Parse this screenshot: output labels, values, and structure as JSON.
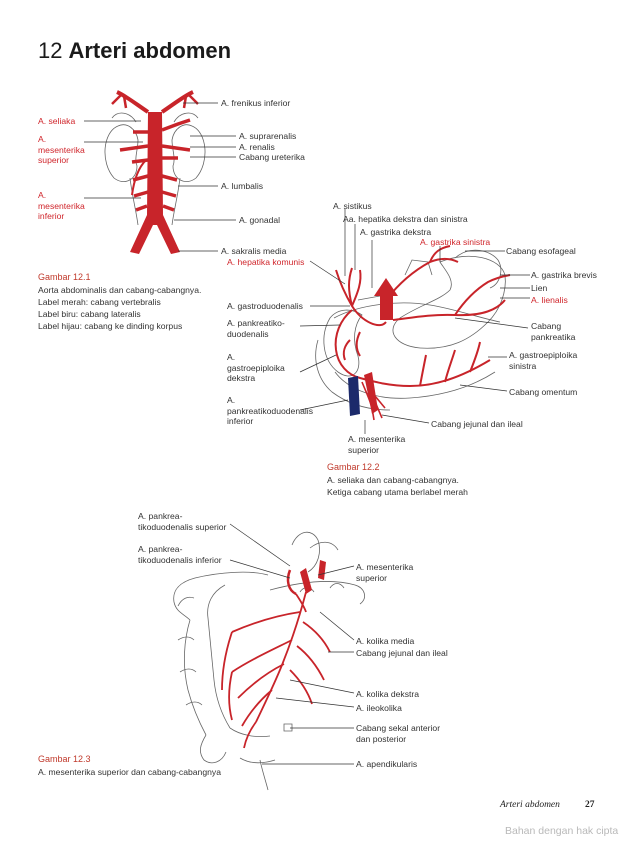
{
  "chapter": {
    "number": "12",
    "title": "Arteri abdomen"
  },
  "figure1": {
    "labels_left": [
      {
        "text": "A. seliaka",
        "lines": [
          "A. seliaka"
        ],
        "color": "#d0262c"
      },
      {
        "lines": [
          "A.",
          "mesenterika",
          "superior"
        ],
        "color": "#d0262c"
      },
      {
        "lines": [
          "A.",
          "mesenterika",
          "inferior"
        ],
        "color": "#d0262c"
      }
    ],
    "labels_right": [
      "A. frenikus inferior",
      "A. suprarenalis",
      "A. renalis",
      "Cabang ureterika",
      "A. lumbalis",
      "A. gonadal",
      "A. sakralis media"
    ],
    "caption": {
      "head": "Gambar 12.1",
      "lines": [
        "Aorta abdominalis dan cabang-cabangnya.",
        "Label merah: cabang vertebralis",
        "Label biru: cabang lateralis",
        "Label hijau: cabang ke dinding korpus"
      ]
    }
  },
  "figure2": {
    "labels_top": [
      "A. sistikus",
      "Aa. hepatika dekstra dan sinistra",
      "A. gastrika dekstra",
      "A. gastrika sinistra"
    ],
    "labels_left": [
      {
        "lines": [
          "A. hepatika komunis"
        ],
        "color": "#d0262c"
      },
      {
        "lines": [
          "A. gastroduodenalis"
        ],
        "color": "#333333"
      },
      {
        "lines": [
          "A. pankreatiko-",
          "duodenalis"
        ],
        "color": "#333333"
      },
      {
        "lines": [
          "A.",
          "gastroepiploika",
          "dekstra"
        ],
        "color": "#333333"
      },
      {
        "lines": [
          "A.",
          "pankreatikoduodenalis",
          "inferior"
        ],
        "color": "#333333"
      }
    ],
    "labels_right": [
      {
        "lines": [
          "Cabang esofageal"
        ],
        "color": "#333333"
      },
      {
        "lines": [
          "A. gastrika brevis"
        ],
        "color": "#333333"
      },
      {
        "lines": [
          "Lien"
        ],
        "color": "#333333"
      },
      {
        "lines": [
          "A. lienalis"
        ],
        "color": "#d0262c"
      },
      {
        "lines": [
          "Cabang",
          "pankreatika"
        ],
        "color": "#333333"
      },
      {
        "lines": [
          "A. gastroepiploika",
          "sinistra"
        ],
        "color": "#333333"
      },
      {
        "lines": [
          "Cabang omentum"
        ],
        "color": "#333333"
      },
      {
        "lines": [
          "Cabang jejunal dan ileal"
        ],
        "color": "#333333"
      }
    ],
    "label_bottom": [
      "A. mesenterika",
      "superior"
    ],
    "caption": {
      "head": "Gambar 12.2",
      "lines": [
        "A. seliaka dan cabang-cabangnya.",
        "Ketiga cabang utama berlabel merah"
      ]
    }
  },
  "figure3": {
    "labels_left": [
      [
        "A. pankrea-",
        "tikoduodenalis superior"
      ],
      [
        "A. pankrea-",
        "tikoduodenalis inferior"
      ]
    ],
    "labels_right": [
      [
        "A. mesenterika",
        "superior"
      ],
      [
        "A. kolika media"
      ],
      [
        "Cabang jejunal dan ileal"
      ],
      [
        "A. kolika dekstra"
      ],
      [
        "A. ileokolika"
      ],
      [
        "Cabang sekal anterior",
        "dan posterior"
      ],
      [
        "A. apendikularis"
      ]
    ],
    "caption": {
      "head": "Gambar 12.3",
      "lines": [
        "A. mesenterika superior dan cabang-cabangnya"
      ]
    }
  },
  "footer": {
    "section": "Arteri abdomen",
    "page": "27"
  },
  "watermark": "Bahan dengan hak cipta",
  "colors": {
    "artery": "#c8242a",
    "vein": "#1c2a6b",
    "caption_head": "#c0392b",
    "outline": "#555555"
  }
}
